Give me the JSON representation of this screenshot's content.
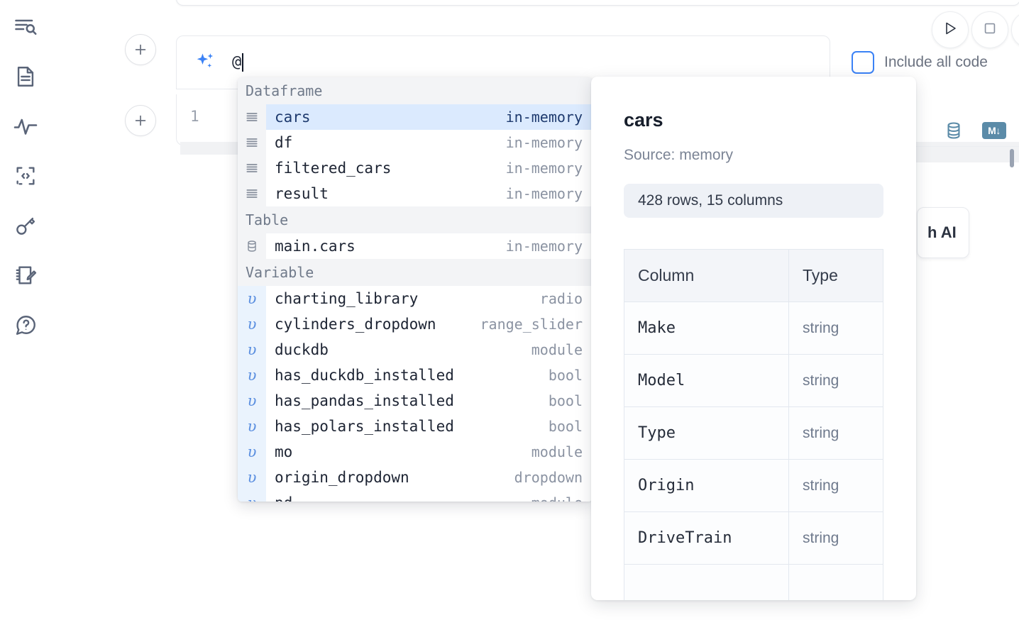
{
  "sidebar": {
    "items": [
      {
        "name": "explore-icon",
        "label": "Explore"
      },
      {
        "name": "document-icon",
        "label": "Notebook"
      },
      {
        "name": "activity-icon",
        "label": "Activity"
      },
      {
        "name": "embed-code-icon",
        "label": "Embed code"
      },
      {
        "name": "key-icon",
        "label": "Secrets"
      },
      {
        "name": "scratchpad-icon",
        "label": "Scratchpad"
      },
      {
        "name": "help-chat-icon",
        "label": "Help"
      }
    ]
  },
  "toolbar": {
    "run_label": "Run",
    "stop_label": "Interrupt",
    "more_label": "More",
    "add_cell_label": "Add cell",
    "include_all_code_label": "Include all code",
    "include_all_code_checked": false,
    "database_icon_label": "Database",
    "markdown_badge_label": "M↓"
  },
  "ai_input": {
    "value": "@",
    "icon": "sparkle-icon"
  },
  "code_cell": {
    "line_number": "1"
  },
  "ai_chip": {
    "label": "h AI"
  },
  "autocomplete": {
    "groups": [
      {
        "label": "Dataframe",
        "items": [
          {
            "icon": "dataframe-icon",
            "name": "cars",
            "kind": "in-memory",
            "selected": true
          },
          {
            "icon": "dataframe-icon",
            "name": "df",
            "kind": "in-memory",
            "selected": false
          },
          {
            "icon": "dataframe-icon",
            "name": "filtered_cars",
            "kind": "in-memory",
            "selected": false
          },
          {
            "icon": "dataframe-icon",
            "name": "result",
            "kind": "in-memory",
            "selected": false
          }
        ]
      },
      {
        "label": "Table",
        "items": [
          {
            "icon": "table-icon",
            "name": "main.cars",
            "kind": "in-memory",
            "selected": false
          }
        ]
      },
      {
        "label": "Variable",
        "items": [
          {
            "icon": "variable-icon",
            "name": "charting_library",
            "kind": "radio",
            "selected": false
          },
          {
            "icon": "variable-icon",
            "name": "cylinders_dropdown",
            "kind": "range_slider",
            "selected": false
          },
          {
            "icon": "variable-icon",
            "name": "duckdb",
            "kind": "module",
            "selected": false
          },
          {
            "icon": "variable-icon",
            "name": "has_duckdb_installed",
            "kind": "bool",
            "selected": false
          },
          {
            "icon": "variable-icon",
            "name": "has_pandas_installed",
            "kind": "bool",
            "selected": false
          },
          {
            "icon": "variable-icon",
            "name": "has_polars_installed",
            "kind": "bool",
            "selected": false
          },
          {
            "icon": "variable-icon",
            "name": "mo",
            "kind": "module",
            "selected": false
          },
          {
            "icon": "variable-icon",
            "name": "origin_dropdown",
            "kind": "dropdown",
            "selected": false
          },
          {
            "icon": "variable-icon",
            "name": "pd",
            "kind": "module",
            "selected": false
          }
        ]
      }
    ]
  },
  "doc_panel": {
    "title": "cars",
    "source": "Source: memory",
    "stats": "428 rows, 15 columns",
    "table": {
      "headers": [
        "Column",
        "Type"
      ],
      "rows": [
        [
          "Make",
          "string"
        ],
        [
          "Model",
          "string"
        ],
        [
          "Type",
          "string"
        ],
        [
          "Origin",
          "string"
        ],
        [
          "DriveTrain",
          "string"
        ],
        [
          "",
          ""
        ]
      ]
    }
  },
  "colors": {
    "accent": "#3b82f6",
    "selection": "#dbeafe",
    "variable_icon": "#5b8fe0",
    "tool_icon": "#5b8ba8",
    "group_header_bg": "#f3f4f6"
  }
}
